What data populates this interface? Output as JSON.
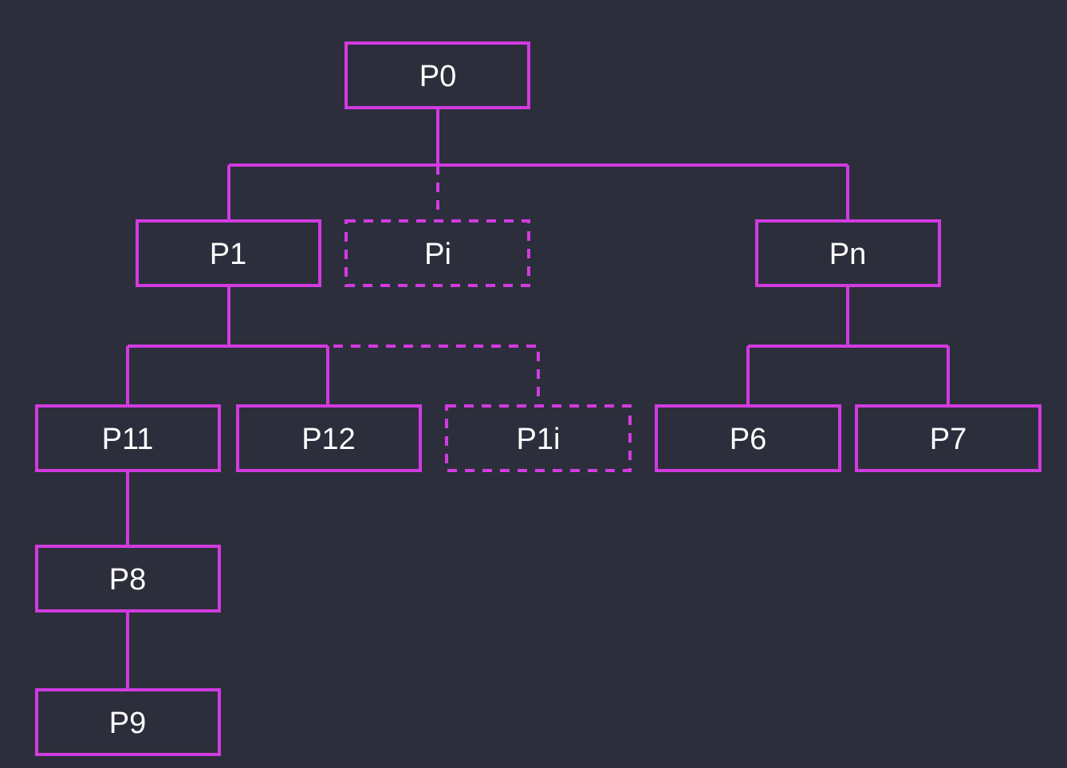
{
  "colors": {
    "background": "#2d2e3c",
    "accent": "#d23be0",
    "text": "#ffffff"
  },
  "nodes": {
    "p0": {
      "label": "P0",
      "style": "solid"
    },
    "p1": {
      "label": "P1",
      "style": "solid"
    },
    "pi": {
      "label": "Pi",
      "style": "dashed"
    },
    "pn": {
      "label": "Pn",
      "style": "solid"
    },
    "p11": {
      "label": "P11",
      "style": "solid"
    },
    "p12": {
      "label": "P12",
      "style": "solid"
    },
    "p1i": {
      "label": "P1i",
      "style": "dashed"
    },
    "p6": {
      "label": "P6",
      "style": "solid"
    },
    "p7": {
      "label": "P7",
      "style": "solid"
    },
    "p8": {
      "label": "P8",
      "style": "solid"
    },
    "p9": {
      "label": "P9",
      "style": "solid"
    }
  },
  "edges": [
    {
      "from": "P0",
      "to": "P1",
      "style": "solid"
    },
    {
      "from": "P0",
      "to": "Pi",
      "style": "dashed"
    },
    {
      "from": "P0",
      "to": "Pn",
      "style": "solid"
    },
    {
      "from": "P1",
      "to": "P11",
      "style": "solid"
    },
    {
      "from": "P1",
      "to": "P12",
      "style": "solid"
    },
    {
      "from": "P1",
      "to": "P1i",
      "style": "dashed"
    },
    {
      "from": "Pn",
      "to": "P6",
      "style": "solid"
    },
    {
      "from": "Pn",
      "to": "P7",
      "style": "solid"
    },
    {
      "from": "P11",
      "to": "P8",
      "style": "solid"
    },
    {
      "from": "P8",
      "to": "P9",
      "style": "solid"
    }
  ]
}
